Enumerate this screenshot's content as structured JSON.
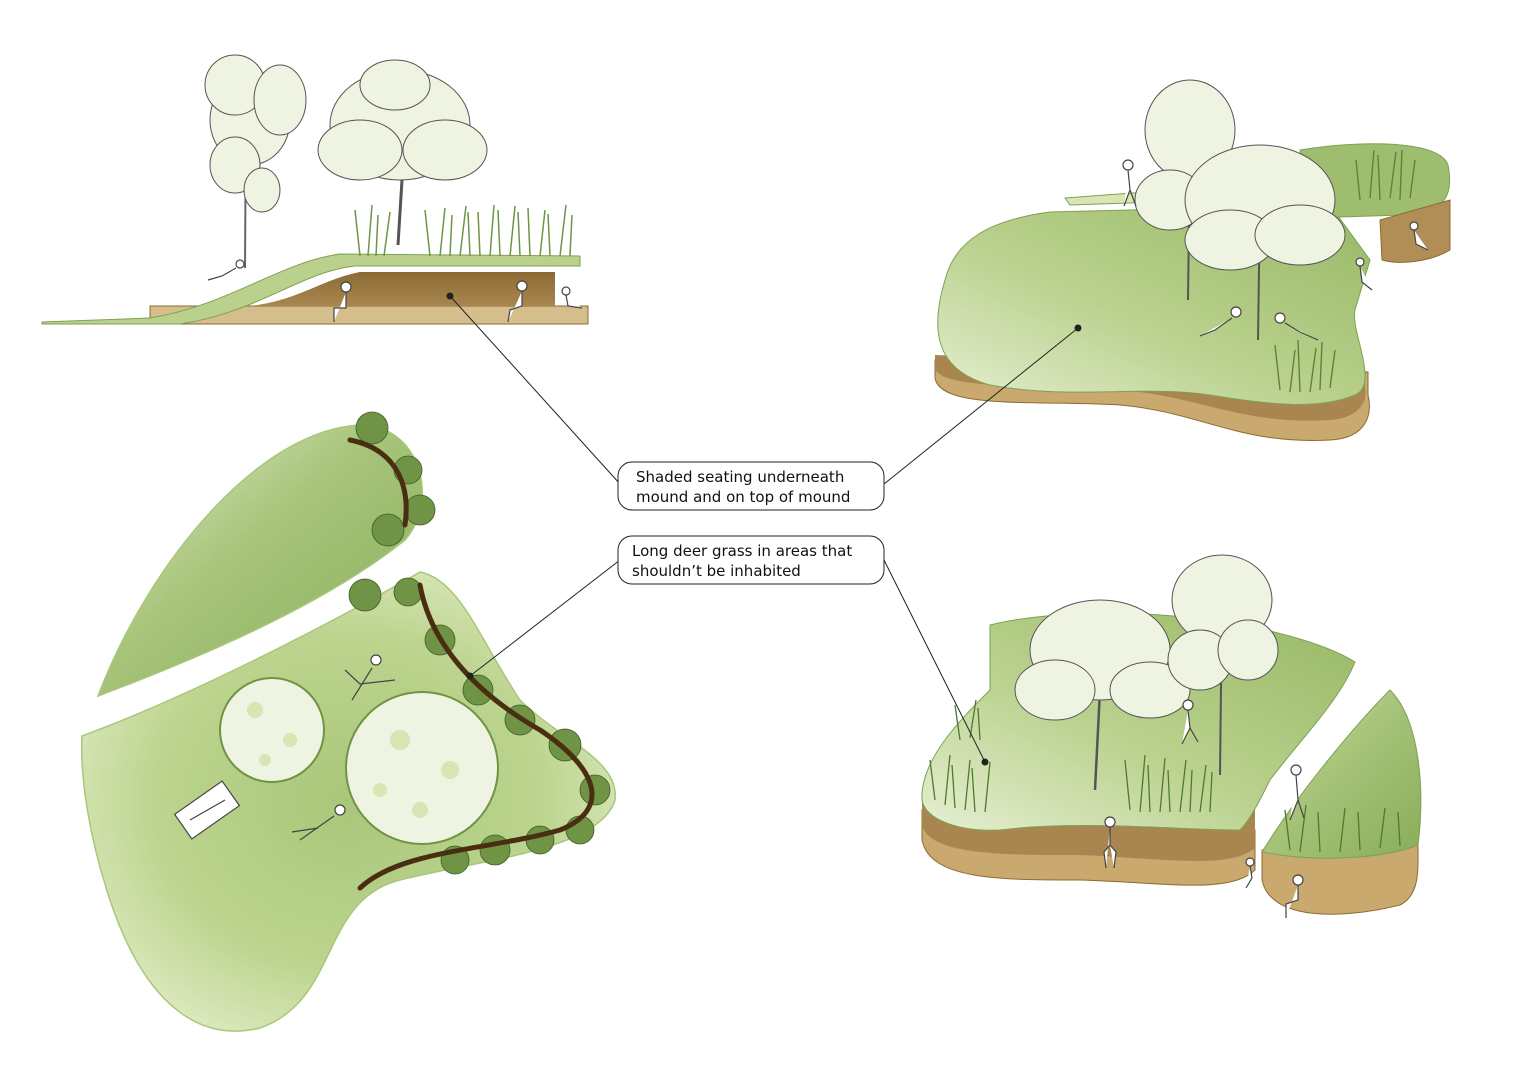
{
  "callouts": {
    "shaded_seating": {
      "line1": "Shaded seating underneath",
      "line2": "mound and on top of mound"
    },
    "deer_grass": {
      "line1": "Long deer grass in areas that",
      "line2": "shouldn’t be inhabited"
    }
  },
  "colors": {
    "background": "#ffffff",
    "grass_light": "#d7e6b3",
    "grass_mid": "#a9c77a",
    "grass_dark": "#6f9446",
    "soil_dark": "#8b6b33",
    "soil_mid": "#b08e55",
    "soil_light": "#d6bd8c",
    "path": "#4a2e12",
    "tree_canopy": "#eef3e2",
    "ink": "#333333"
  },
  "icons": [
    "tree",
    "person-sitting",
    "person-walking",
    "person-lying",
    "deer-grass"
  ]
}
